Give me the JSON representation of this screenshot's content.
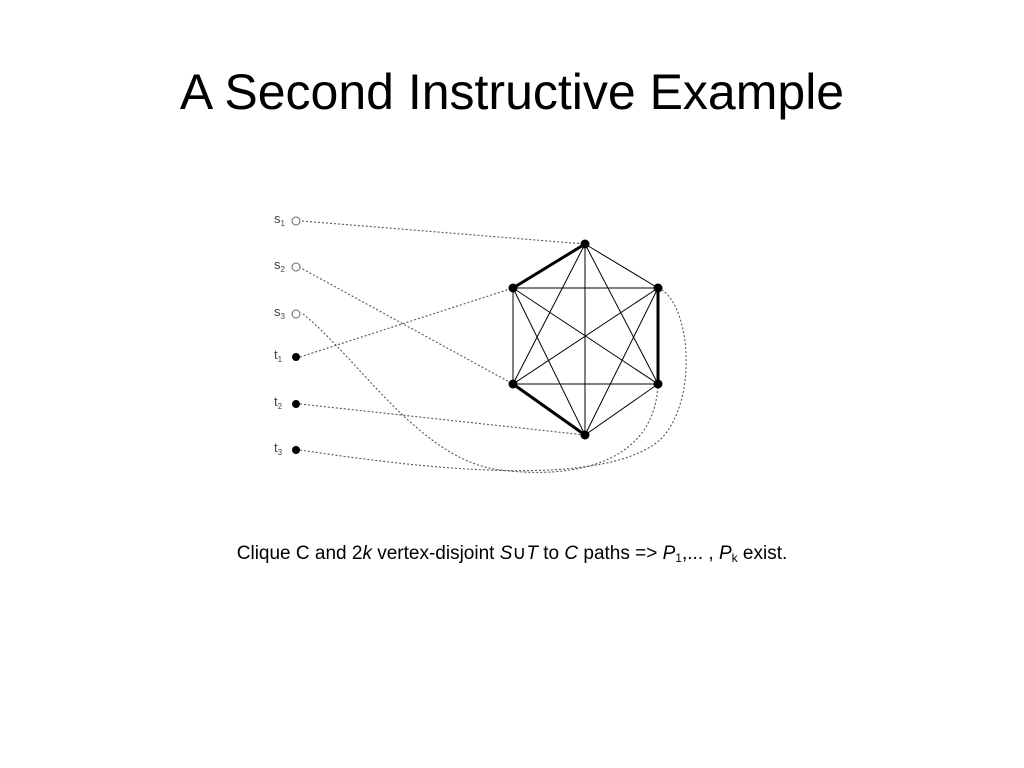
{
  "slide": {
    "title": "A Second Instructive Example"
  },
  "diagram": {
    "terminals": [
      {
        "letter": "s",
        "index": "1",
        "kind": "source"
      },
      {
        "letter": "s",
        "index": "2",
        "kind": "source"
      },
      {
        "letter": "s",
        "index": "3",
        "kind": "source"
      },
      {
        "letter": "t",
        "index": "1",
        "kind": "sink"
      },
      {
        "letter": "t",
        "index": "2",
        "kind": "sink"
      },
      {
        "letter": "t",
        "index": "3",
        "kind": "sink"
      }
    ],
    "clique_size": 6,
    "colors": {
      "ink": "#000000",
      "dotted": "#555555",
      "background": "#ffffff"
    }
  },
  "caption": {
    "p1": "Clique C and 2",
    "k1": "k",
    "p2": " vertex-disjoint ",
    "S": "S",
    "cup": "∪",
    "T": "T",
    "p3": " to ",
    "C": "C",
    "p4": " paths  =>  ",
    "P1": "P",
    "sub1": "1",
    "p5": ",... , ",
    "Pk": "P",
    "subk": "k",
    "p6": " exist."
  }
}
